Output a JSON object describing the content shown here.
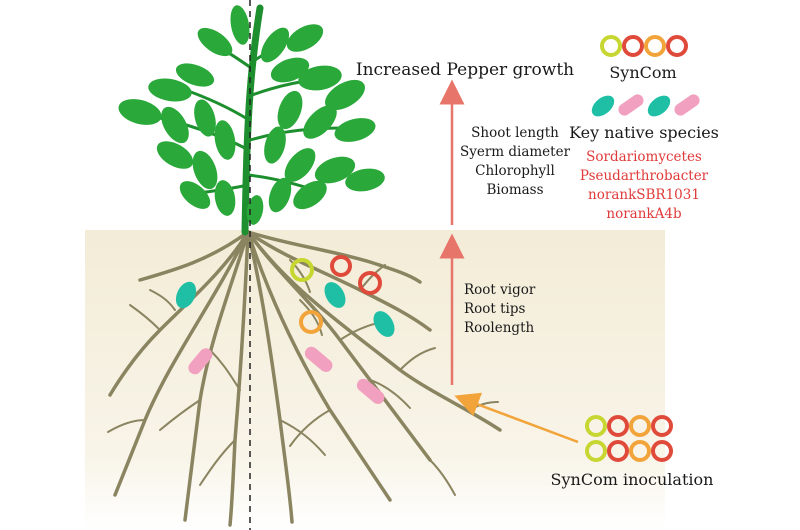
{
  "title": "Increased Pepper growth",
  "shoot_traits": [
    "Shoot length",
    "Syerm diameter",
    "Chlorophyll",
    "Biomass"
  ],
  "root_traits": [
    "Root vigor",
    "Root tips",
    "Roolength"
  ],
  "legend": {
    "syncom_label": "SynCom",
    "key_species_label": "Key native species",
    "species": [
      "Sordariomycetes",
      "Pseudarthrobacter",
      "norankSBR1031",
      "norankA4b"
    ]
  },
  "inoculation_label": "SynCom inoculation",
  "colors": {
    "leaf": "#2aa83a",
    "stem": "#1e8f2e",
    "root": "#8a8460",
    "soil": "#f3ecd7",
    "arrow_up": "#e8756a",
    "arrow_inoc": "#f2a43a",
    "species_text": "#e03a3a",
    "bacteria_yellow": "#c7d630",
    "bacteria_red": "#e04a3a",
    "bacteria_orange": "#f2a43a",
    "native_teal": "#1fbfa6",
    "native_pink": "#f2a0c0"
  }
}
